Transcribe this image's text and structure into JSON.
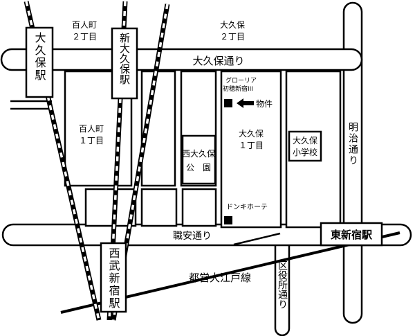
{
  "stations": {
    "okubo": "大久保駅",
    "shin_okubo": "新大久保駅",
    "seibu_shinjuku": "西武新宿駅",
    "higashi_shinjuku": "東新宿駅"
  },
  "roads": {
    "okubo_dori": "大久保通り",
    "shokuan_dori": "職安通り",
    "meiji_dori": "明治通り",
    "kuyakusho_dori": "区役所通り"
  },
  "lines": {
    "oedo": "都営大江戸線"
  },
  "districts": {
    "hyakunin_2_a": "百人町",
    "hyakunin_2_b": "２丁目",
    "okubo_2_a": "大久保",
    "okubo_2_b": "２丁目",
    "hyakunin_1_a": "百人町",
    "hyakunin_1_b": "１丁目",
    "okubo_1_a": "大久保",
    "okubo_1_b": "１丁目"
  },
  "landmarks": {
    "park_a": "西大久保",
    "park_b": "公　園",
    "school_a": "大久保",
    "school_b": "小学校",
    "glorious_a": "グローリア",
    "glorious_b": "初穂新宿III",
    "property": "物件",
    "donki": "ドンキホーテ"
  },
  "colors": {
    "ink": "#000000",
    "paper": "#ffffff"
  }
}
